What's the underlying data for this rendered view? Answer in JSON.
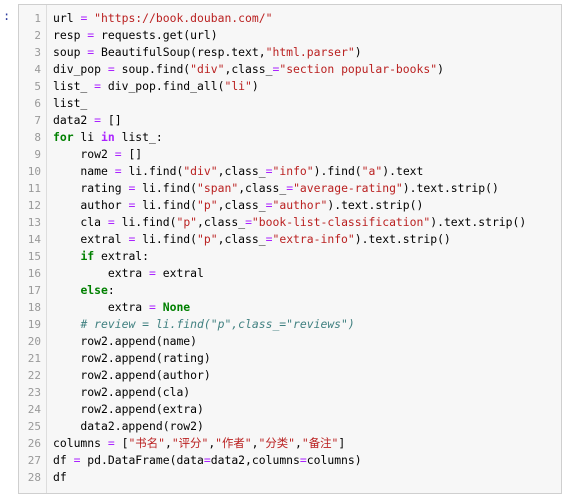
{
  "cell": {
    "prompt": ":",
    "line_numbers": [
      "1",
      "2",
      "3",
      "4",
      "5",
      "6",
      "7",
      "8",
      "9",
      "10",
      "11",
      "12",
      "13",
      "14",
      "15",
      "16",
      "17",
      "18",
      "19",
      "20",
      "21",
      "22",
      "23",
      "24",
      "25",
      "26",
      "27",
      "28"
    ],
    "lines": [
      [
        [
          "url "
        ],
        [
          "=",
          "op"
        ],
        [
          " "
        ],
        [
          "\"https://book.douban.com/\"",
          "str"
        ]
      ],
      [
        [
          "resp "
        ],
        [
          "=",
          "op"
        ],
        [
          " requests.get(url)"
        ]
      ],
      [
        [
          "soup "
        ],
        [
          "=",
          "op"
        ],
        [
          " BeautifulSoup(resp.text,"
        ],
        [
          "\"html.parser\"",
          "str"
        ],
        [
          ")"
        ]
      ],
      [
        [
          "div_pop "
        ],
        [
          "=",
          "op"
        ],
        [
          " soup.find("
        ],
        [
          "\"div\"",
          "str"
        ],
        [
          ",class_"
        ],
        [
          "=",
          "op"
        ],
        [
          "\"section popular-books\"",
          "str"
        ],
        [
          ")"
        ]
      ],
      [
        [
          "list_ "
        ],
        [
          "=",
          "op"
        ],
        [
          " div_pop.find_all("
        ],
        [
          "\"li\"",
          "str"
        ],
        [
          ")"
        ]
      ],
      [
        [
          "list_"
        ]
      ],
      [
        [
          "data2 "
        ],
        [
          "=",
          "op"
        ],
        [
          " []"
        ]
      ],
      [
        [
          "for",
          "kw"
        ],
        [
          " li "
        ],
        [
          "in",
          "opw"
        ],
        [
          " list_:"
        ]
      ],
      [
        [
          "    row2 "
        ],
        [
          "=",
          "op"
        ],
        [
          " []"
        ]
      ],
      [
        [
          "    name "
        ],
        [
          "=",
          "op"
        ],
        [
          " li.find("
        ],
        [
          "\"div\"",
          "str"
        ],
        [
          ",class_"
        ],
        [
          "=",
          "op"
        ],
        [
          "\"info\"",
          "str"
        ],
        [
          ").find("
        ],
        [
          "\"a\"",
          "str"
        ],
        [
          ").text"
        ]
      ],
      [
        [
          "    rating "
        ],
        [
          "=",
          "op"
        ],
        [
          " li.find("
        ],
        [
          "\"span\"",
          "str"
        ],
        [
          ",class_"
        ],
        [
          "=",
          "op"
        ],
        [
          "\"average-rating\"",
          "str"
        ],
        [
          ").text.strip()"
        ]
      ],
      [
        [
          "    author "
        ],
        [
          "=",
          "op"
        ],
        [
          " li.find("
        ],
        [
          "\"p\"",
          "str"
        ],
        [
          ",class_"
        ],
        [
          "=",
          "op"
        ],
        [
          "\"author\"",
          "str"
        ],
        [
          ").text.strip()"
        ]
      ],
      [
        [
          "    cla "
        ],
        [
          "=",
          "op"
        ],
        [
          " li.find("
        ],
        [
          "\"p\"",
          "str"
        ],
        [
          ",class_"
        ],
        [
          "=",
          "op"
        ],
        [
          "\"book-list-classification\"",
          "str"
        ],
        [
          ").text.strip()"
        ]
      ],
      [
        [
          "    extral "
        ],
        [
          "=",
          "op"
        ],
        [
          " li.find("
        ],
        [
          "\"p\"",
          "str"
        ],
        [
          ",class_"
        ],
        [
          "=",
          "op"
        ],
        [
          "\"extra-info\"",
          "str"
        ],
        [
          ").text.strip()"
        ]
      ],
      [
        [
          "    "
        ],
        [
          "if",
          "kw"
        ],
        [
          " extral:"
        ]
      ],
      [
        [
          "        extra "
        ],
        [
          "=",
          "op"
        ],
        [
          " extral"
        ]
      ],
      [
        [
          "    "
        ],
        [
          "else",
          "kw"
        ],
        [
          ":"
        ]
      ],
      [
        [
          "        extra "
        ],
        [
          "=",
          "op"
        ],
        [
          " "
        ],
        [
          "None",
          "kw"
        ]
      ],
      [
        [
          "    "
        ],
        [
          "# review = li.find(\"p\",class_=\"reviews\")",
          "com"
        ]
      ],
      [
        [
          "    row2.append(name)"
        ]
      ],
      [
        [
          "    row2.append(rating)"
        ]
      ],
      [
        [
          "    row2.append(author)"
        ]
      ],
      [
        [
          "    row2.append(cla)"
        ]
      ],
      [
        [
          "    row2.append(extra)"
        ]
      ],
      [
        [
          "    data2.append(row2)"
        ]
      ],
      [
        [
          "columns "
        ],
        [
          "=",
          "op"
        ],
        [
          " ["
        ],
        [
          "\"书名\"",
          "str"
        ],
        [
          ","
        ],
        [
          "\"评分\"",
          "str"
        ],
        [
          ","
        ],
        [
          "\"作者\"",
          "str"
        ],
        [
          ","
        ],
        [
          "\"分类\"",
          "str"
        ],
        [
          ","
        ],
        [
          "\"备注\"",
          "str"
        ],
        [
          "]"
        ]
      ],
      [
        [
          "df "
        ],
        [
          "=",
          "op"
        ],
        [
          " pd.DataFrame(data"
        ],
        [
          "=",
          "op"
        ],
        [
          "data2,columns"
        ],
        [
          "=",
          "op"
        ],
        [
          "columns)"
        ]
      ],
      [
        [
          "df"
        ]
      ]
    ],
    "colors": {
      "keyword": "#008000",
      "string": "#ba2121",
      "operator": "#aa22ff",
      "comment": "#408080",
      "line_number": "#999999",
      "prompt": "#303f9f"
    }
  }
}
